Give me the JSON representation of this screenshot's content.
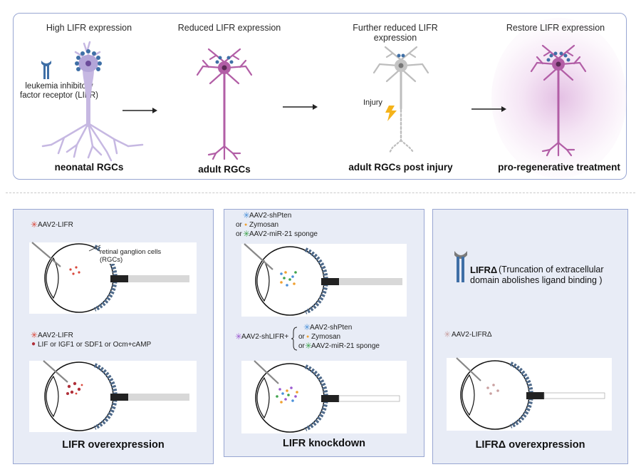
{
  "top_panel": {
    "stages": [
      {
        "header": "High LIFR expression",
        "label": "neonatal RGCs"
      },
      {
        "header": "Reduced LIFR expression",
        "label": "adult RGCs"
      },
      {
        "header": "Further reduced LIFR expression",
        "label": "adult RGCs post injury"
      },
      {
        "header": "Restore LIFR expression",
        "label": "pro-regenerative treatment"
      }
    ],
    "receptor_note": "leukemia inhibitory factor receptor (LIFR)",
    "injury_label": "Injury"
  },
  "panels": {
    "overexpression": {
      "legend1": "AAV2-LIFR",
      "rgc_label": "retinal ganglion cells (RGCs)",
      "legend2_line1": "AAV2-LIFR",
      "legend2_line2": "LIF or IGF1 or SDF1 or Ocm+cAMP",
      "title": "LIFR overexpression"
    },
    "knockdown": {
      "opt1": "AAV2-shPten",
      "opt2": "Zymosan",
      "opt3": "AAV2-miR-21 sponge",
      "or": "or",
      "shlifr": "AAV2-shLIFR+",
      "title": "LIFR knockdown"
    },
    "delta": {
      "receptor_title": "LIFRΔ",
      "receptor_desc": "(Truncation of extracellular domain abolishes ligand binding )",
      "legend": "AAV2-LIFRΔ",
      "title": "LIFRΔ overexpression"
    }
  },
  "colors": {
    "panel_border": "#98a6d2",
    "panel_fill": "#e8ecf6",
    "neonatal_neuron": "#c6b8e2",
    "adult_neuron": "#b25ea6",
    "injured_neuron": "#bdbdbd",
    "receptor": "#3f6fa6",
    "lightning": "#f5b31a",
    "lifr_star": "#d9473b",
    "shpten_star": "#4a90d9",
    "zymosan_dot": "#f0a030",
    "mir21_star": "#3fa34d",
    "shlifr_star": "#9b59d0",
    "lifr_delta_star": "#c9a0a0"
  }
}
